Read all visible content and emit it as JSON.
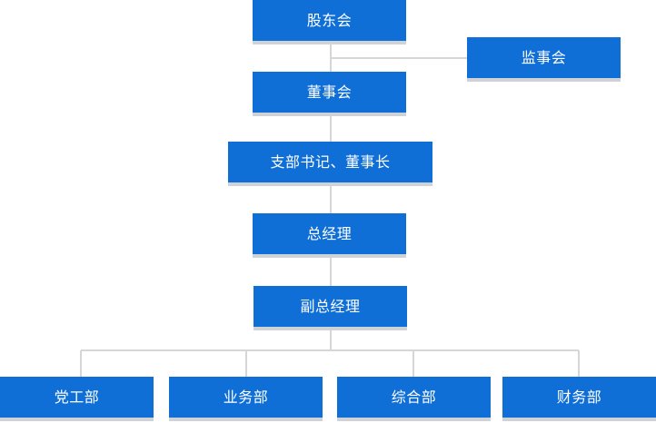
{
  "org_chart": {
    "shareholders_meeting": "股东会",
    "supervisory_board": "监事会",
    "board_of_directors": "董事会",
    "branch_secretary_chairman": "支部书记、董事长",
    "general_manager": "总经理",
    "deputy_general_manager": "副总经理",
    "departments": [
      "党工部",
      "业务部",
      "综合部",
      "财务部"
    ]
  },
  "colors": {
    "box_fill": "#0f6fd6",
    "box_text": "#ffffff",
    "box_shadow": "#cfd3d8",
    "connector": "#d6d6d6"
  }
}
